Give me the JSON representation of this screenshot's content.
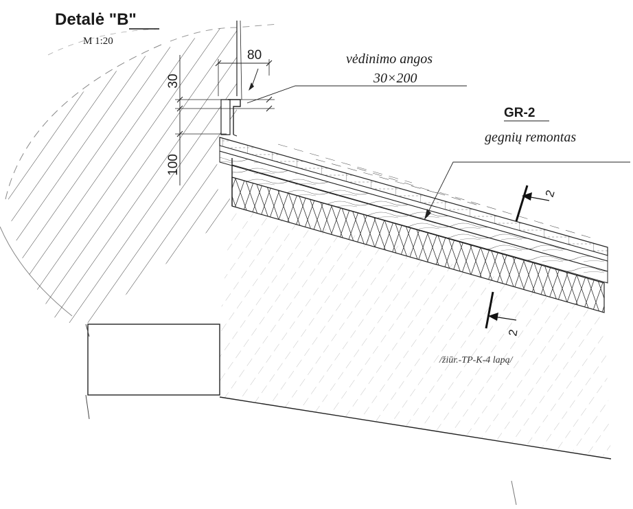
{
  "title": {
    "prefix": "Detalė ",
    "letter": "\"B\"",
    "scale": "M 1:20"
  },
  "dimensions": {
    "width_top": "80",
    "height_small": "30",
    "height_large": "100"
  },
  "callouts": {
    "vent_line1": "vėdinimo angos",
    "vent_line2": "30×200",
    "gr_code": "GR-2",
    "gr_desc": "gegnių remontas",
    "reference": "/žiūr.-TP-K-4 lapą/"
  },
  "section_marks": {
    "upper": "2",
    "lower": "2"
  },
  "colors": {
    "ink": "#1a1a1a",
    "paper": "#ffffff"
  }
}
